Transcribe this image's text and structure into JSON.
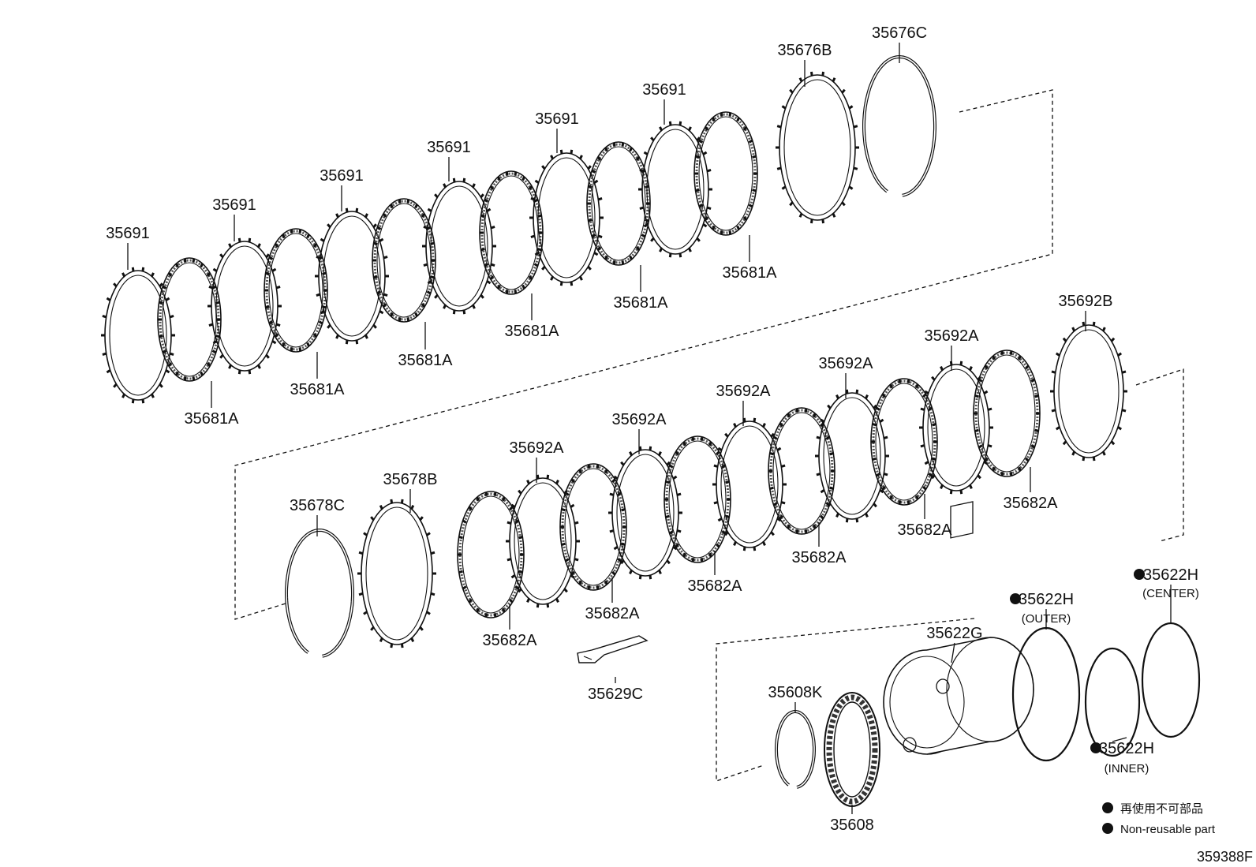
{
  "groups": [
    {
      "id": "upper",
      "callouts": [
        {
          "part": "35691",
          "type": "steel"
        },
        {
          "part": "35681A",
          "type": "friction"
        },
        {
          "part": "35691",
          "type": "steel"
        },
        {
          "part": "35681A",
          "type": "friction"
        },
        {
          "part": "35691",
          "type": "steel"
        },
        {
          "part": "35681A",
          "type": "friction"
        },
        {
          "part": "35691",
          "type": "steel"
        },
        {
          "part": "35681A",
          "type": "friction"
        },
        {
          "part": "35691",
          "type": "steel"
        },
        {
          "part": "35681A",
          "type": "friction"
        },
        {
          "part": "35691",
          "type": "steel"
        },
        {
          "part": "35681A",
          "type": "friction"
        },
        {
          "part": "35676B",
          "type": "flange"
        },
        {
          "part": "35676C",
          "type": "snapring"
        }
      ]
    },
    {
      "id": "middle",
      "callouts": [
        {
          "part": "35678C",
          "type": "snapring"
        },
        {
          "part": "35678B",
          "type": "flange"
        },
        {
          "part": "35682A",
          "type": "friction"
        },
        {
          "part": "35692A",
          "type": "steel"
        },
        {
          "part": "35682A",
          "type": "friction"
        },
        {
          "part": "35692A",
          "type": "steel"
        },
        {
          "part": "35682A",
          "type": "friction"
        },
        {
          "part": "35692A",
          "type": "steel"
        },
        {
          "part": "35682A",
          "type": "friction"
        },
        {
          "part": "35692A",
          "type": "steel"
        },
        {
          "part": "35682A",
          "type": "friction"
        },
        {
          "part": "35692A",
          "type": "steel"
        },
        {
          "part": "35682A",
          "type": "friction"
        },
        {
          "part": "35692B",
          "type": "steel"
        },
        {
          "part": "35629C",
          "type": "spring"
        }
      ]
    },
    {
      "id": "lower",
      "callouts": [
        {
          "part": "35608K",
          "type": "snapring"
        },
        {
          "part": "35608",
          "type": "clutch"
        },
        {
          "part": "35622G",
          "type": "drum"
        },
        {
          "part": "35622H",
          "type": "oring",
          "position": "(OUTER)",
          "non_reusable": true
        },
        {
          "part": "35622H",
          "type": "oring",
          "position": "(INNER)",
          "non_reusable": true
        },
        {
          "part": "35622H",
          "type": "oring",
          "position": "(CENTER)",
          "non_reusable": true
        }
      ]
    }
  ],
  "legend": {
    "jp": "再使用不可部品",
    "en": "Non-reusable part"
  },
  "figure_id": "359388F"
}
